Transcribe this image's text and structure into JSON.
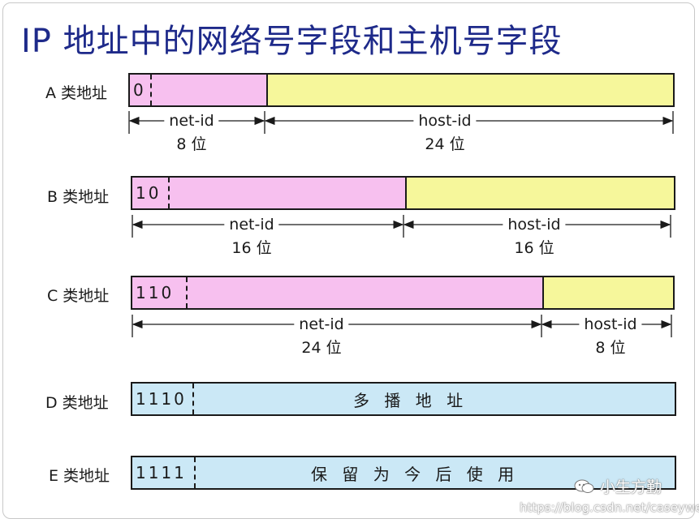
{
  "title": "IP 地址中的网络号字段和主机号字段",
  "classes": [
    {
      "label": "A 类地址",
      "prefix": "0",
      "net_label": "net-id",
      "net_bits": "8 位",
      "host_label": "host-id",
      "host_bits": "24 位"
    },
    {
      "label": "B 类地址",
      "prefix": "10",
      "net_label": "net-id",
      "net_bits": "16 位",
      "host_label": "host-id",
      "host_bits": "16 位"
    },
    {
      "label": "C 类地址",
      "prefix": "110",
      "net_label": "net-id",
      "net_bits": "24 位",
      "host_label": "host-id",
      "host_bits": "8 位"
    },
    {
      "label": "D 类地址",
      "prefix": "1110",
      "text": "多 播 地 址"
    },
    {
      "label": "E 类地址",
      "prefix": "1111",
      "text": "保 留 为 今 后 使 用"
    }
  ],
  "watermark": {
    "name": "小生方勤",
    "url": "https://blog.csdn.net/caseywei"
  },
  "colors": {
    "net": "#f7c0ef",
    "host": "#f6f79b",
    "reserved": "#cbe8f6",
    "title": "#1e2a8a"
  }
}
